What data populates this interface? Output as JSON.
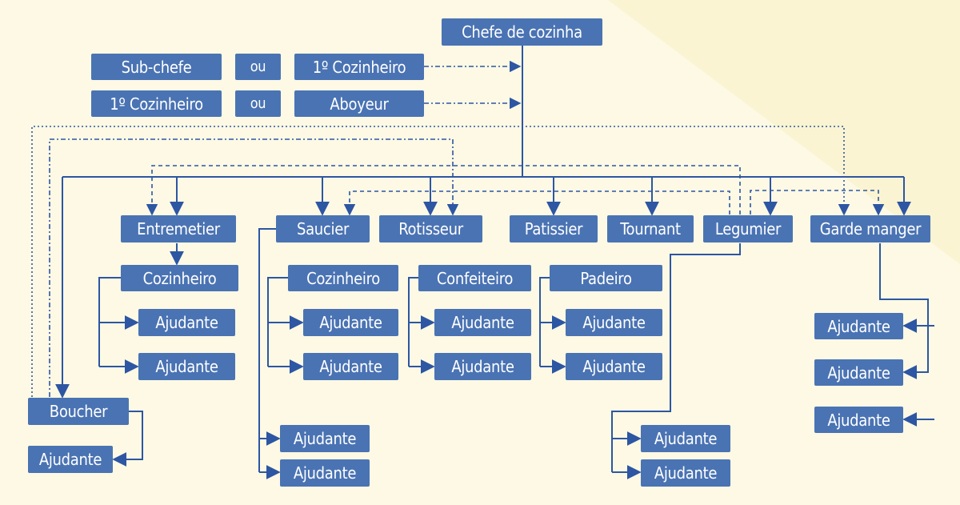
{
  "colors": {
    "box": "#4a73b3",
    "line": "#2d56a3",
    "background": "#fdf9e4"
  },
  "chart": {
    "head": "Chefe de cozinha",
    "sub_chef": "Sub-chefe",
    "or": "ou",
    "first_cook": "1º Cozinheiro",
    "first_cook_2": "1º Cozinheiro",
    "aboyeur": "Aboyeur",
    "stations": {
      "entremetier": "Entremetier",
      "saucier": "Saucier",
      "rotisseur": "Rotisseur",
      "patissier": "Patissier",
      "tournant": "Tournant",
      "legumier": "Legumier",
      "garde_manger": "Garde manger",
      "boucher": "Boucher"
    },
    "cook": "Cozinheiro",
    "pastry_cook": "Confeiteiro",
    "baker": "Padeiro",
    "helper": "Ajudante"
  }
}
